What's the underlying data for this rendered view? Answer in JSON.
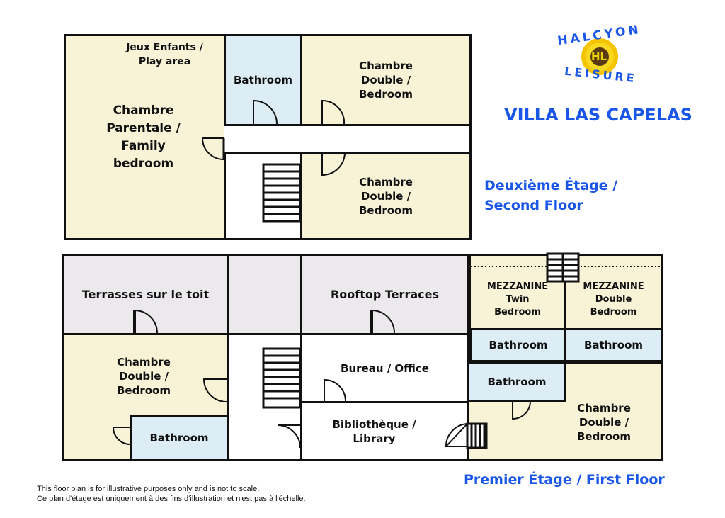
{
  "logo": {
    "top": "HALCYON",
    "bottom": "LEISURE",
    "mark": "HL"
  },
  "title": "VILLA LAS CAPELAS",
  "second_floor": {
    "label_line1": "Deuxième Étage /",
    "label_line2": "Second Floor",
    "rooms": {
      "play_area": "Jeux Enfants / Play area",
      "family": "Chambre Parentale / Family bedroom",
      "bathroom": "Bathroom",
      "double1": "Chambre Double / Bedroom",
      "double2": "Chambre Double / Bedroom"
    }
  },
  "first_floor": {
    "label": "Premier Étage / First Floor",
    "rooms": {
      "terrasses": "Terrasses sur le toit",
      "rooftop": "Rooftop Terraces",
      "mezz_twin": "MEZZANINE Twin Bedroom",
      "mezz_double": "MEZZANINE Double Bedroom",
      "bath_twin": "Bathroom",
      "bath_double": "Bathroom",
      "bath_right": "Bathroom",
      "double_left": "Chambre Double / Bedroom",
      "bath_left": "Bathroom",
      "office": "Bureau / Office",
      "library": "Bibliothèque / Library",
      "double_right": "Chambre Double / Bedroom"
    }
  },
  "disclaimer": {
    "en": "This floor plan is for illustrative purposes only and is not to scale.",
    "fr": "Ce plan d'étage est uniquement à des fins d'illustration et n'est pas à l'échelle."
  }
}
